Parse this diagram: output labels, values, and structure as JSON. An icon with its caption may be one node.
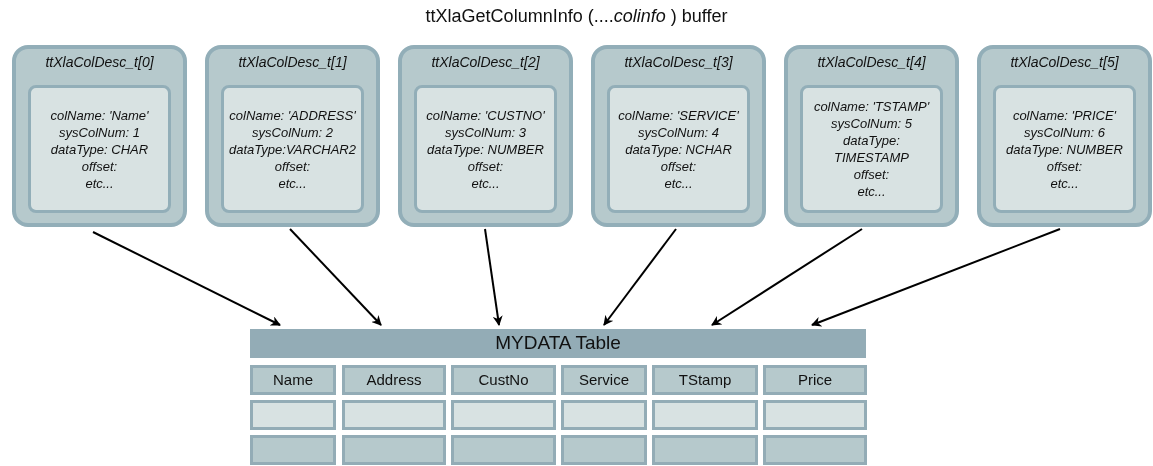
{
  "diagram": {
    "title": "ttXlaGetColumnInfo (....*colinfo* ) buffer",
    "nodes": [
      {
        "text": [
          "ttXlaColDesc_t[0]"
        ]
      },
      {
        "text": [
          "colName: 'Name'",
          "sysColNum: 1",
          "dataType: CHAR",
          "offset:",
          "etc..."
        ],
        "in": 0
      },
      {
        "text": [
          "ttXlaColDesc_t[1]"
        ]
      },
      {
        "text": [
          "colName: 'ADDRESS'",
          "sysColNum: 2",
          "dataType:VARCHAR2",
          "offset:",
          "etc..."
        ],
        "in": 2
      },
      {
        "text": [
          "ttXlaColDesc_t[2]"
        ]
      },
      {
        "text": [
          "colName: 'CUSTNO'",
          "sysColNum: 3",
          "dataType: NUMBER",
          "offset:",
          "etc..."
        ],
        "in": 4
      },
      {
        "text": [
          "ttXlaColDesc_t[3]"
        ]
      },
      {
        "text": [
          "colName: 'SERVICE'",
          "sysColNum: 4",
          "dataType: NCHAR",
          "offset:",
          "etc..."
        ],
        "in": 6
      },
      {
        "text": [
          "ttXlaColDesc_t[4]"
        ]
      },
      {
        "text": [
          "colName: 'TSTAMP'",
          "sysColNum: 5",
          "dataType: TIMESTAMP",
          "offset:",
          "etc..."
        ],
        "in": 8
      },
      {
        "text": [
          "ttXlaColDesc_t[5]"
        ]
      },
      {
        "text": [
          "colName: 'PRICE'",
          "sysColNum: 6",
          "dataType: NUMBER",
          "offset:",
          "etc..."
        ],
        "in": 10
      },
      {
        "text": [
          "MYDATA Table"
        ]
      },
      {
        "text": [
          "Name"
        ]
      },
      {
        "text": [
          "Address"
        ]
      },
      {
        "text": [
          "CustNo"
        ]
      },
      {
        "text": [
          "Service"
        ]
      },
      {
        "text": [
          "TStamp"
        ]
      },
      {
        "text": [
          "Price"
        ]
      },
      {
        "text": [],
        "shape": "box"
      },
      {
        "text": [],
        "shape": "box"
      },
      {
        "text": [],
        "shape": "box"
      },
      {
        "text": [],
        "shape": "box"
      },
      {
        "text": [],
        "shape": "box"
      },
      {
        "text": [],
        "shape": "box"
      },
      {
        "text": [],
        "shape": "box"
      },
      {
        "text": [],
        "shape": "box"
      },
      {
        "text": [],
        "shape": "box"
      },
      {
        "text": [],
        "shape": "box"
      },
      {
        "text": [],
        "shape": "box"
      },
      {
        "text": [],
        "shape": "box"
      }
    ],
    "edges": [
      {
        "from": 0,
        "to": 12,
        "arrow": "to"
      },
      {
        "from": 2,
        "to": 12,
        "arrow": "to"
      },
      {
        "from": 4,
        "to": 12,
        "arrow": "to"
      },
      {
        "from": 6,
        "to": 12,
        "arrow": "to"
      },
      {
        "from": 8,
        "to": 12,
        "arrow": "to"
      },
      {
        "from": 10,
        "to": 12,
        "arrow": "to"
      }
    ]
  }
}
